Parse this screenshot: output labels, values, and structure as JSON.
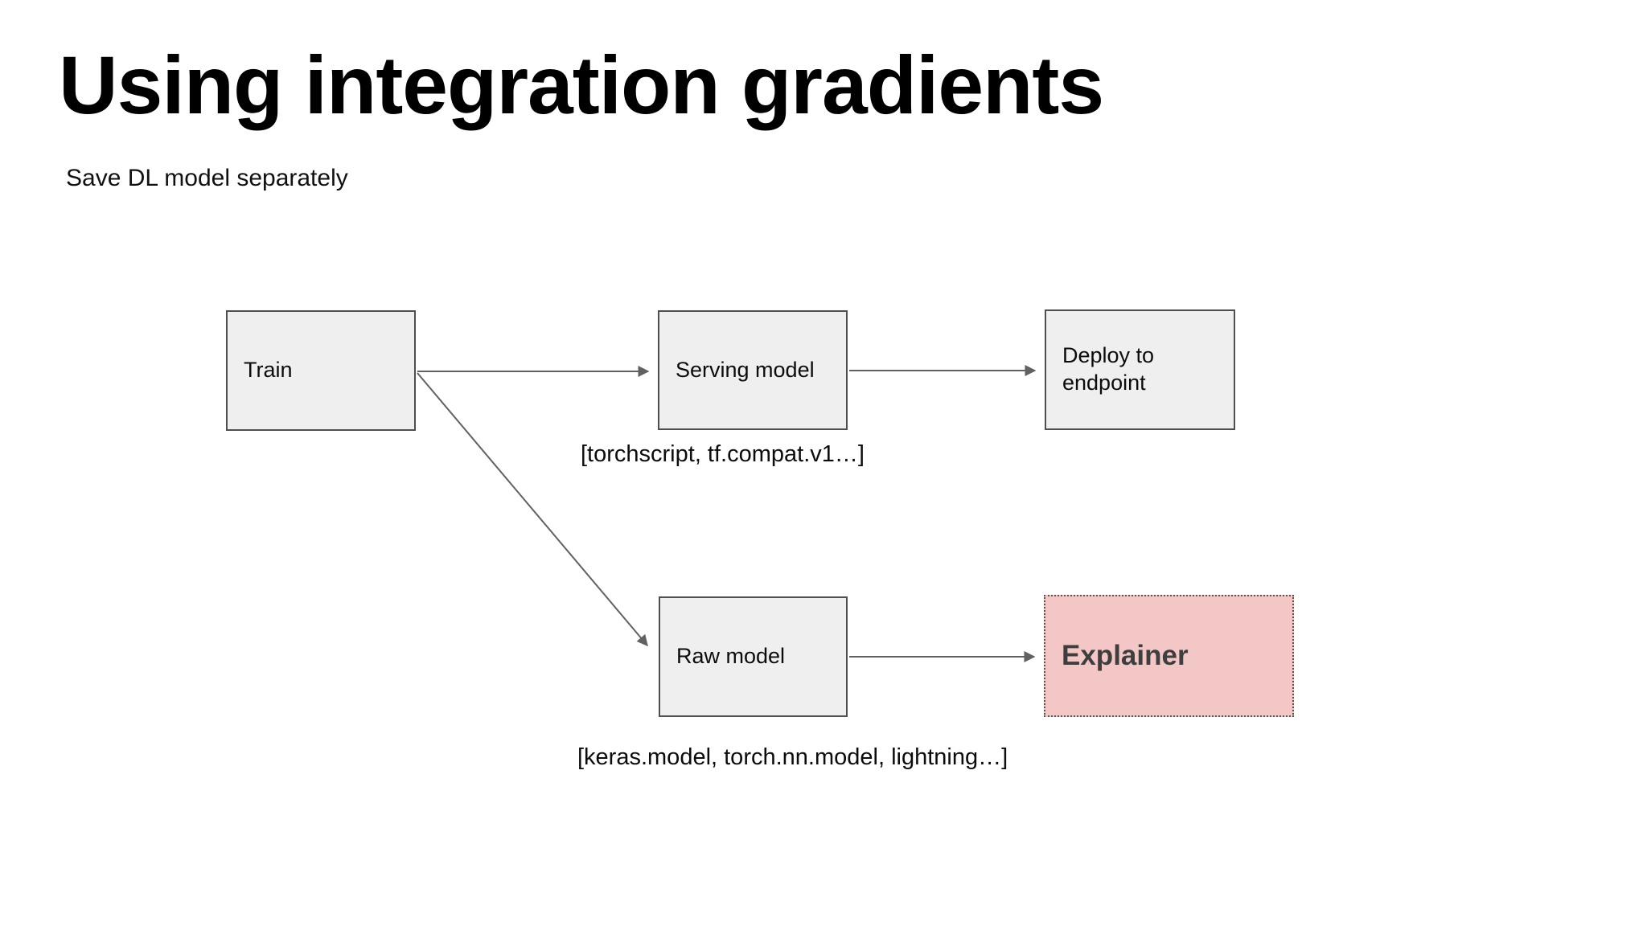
{
  "slide": {
    "title": "Using integration gradients",
    "subtitle": "Save DL model separately"
  },
  "diagram": {
    "nodes": [
      {
        "id": "train",
        "label": "Train"
      },
      {
        "id": "serving-model",
        "label": "Serving model"
      },
      {
        "id": "deploy-endpoint",
        "label": "Deploy to endpoint"
      },
      {
        "id": "raw-model",
        "label": "Raw model"
      },
      {
        "id": "explainer",
        "label": "Explainer"
      }
    ],
    "connections": [
      {
        "from": "train",
        "to": "serving-model"
      },
      {
        "from": "train",
        "to": "raw-model"
      },
      {
        "from": "serving-model",
        "to": "deploy-endpoint"
      },
      {
        "from": "raw-model",
        "to": "explainer"
      }
    ],
    "annotations": [
      {
        "for": "serving-model",
        "text": "[torchscript, tf.compat.v1…]"
      },
      {
        "for": "raw-model",
        "text": "[keras.model, torch.nn.model, lightning…]"
      }
    ],
    "colors": {
      "node_fill": "#efefef",
      "node_border": "#4f4f4f",
      "explainer_fill": "#f4c7c7",
      "explainer_border": "#555555",
      "explainer_text": "#3e3e3e",
      "arrow": "#616161",
      "background": "#ffffff"
    }
  }
}
